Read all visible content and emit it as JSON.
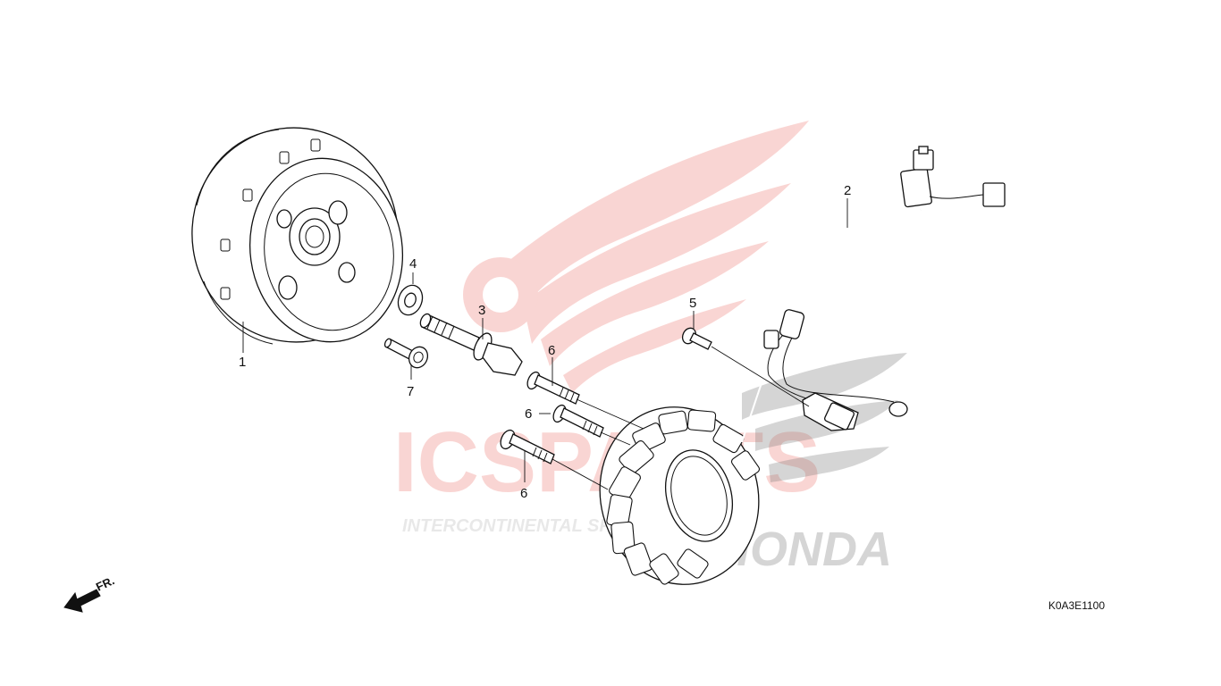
{
  "diagram": {
    "reference_code": "K0A3E1100",
    "front_indicator": "FR.",
    "callouts": [
      "1",
      "2",
      "3",
      "4",
      "5",
      "6",
      "6",
      "6",
      "7"
    ]
  },
  "watermark": {
    "brand": "ICSPARTS",
    "tagline": "INTERCONTINENTAL SPARE PARTS",
    "maker": "HONDA"
  },
  "colors": {
    "watermark_red": "#e8463a",
    "watermark_gray": "#9a9a9a",
    "line": "#111111"
  }
}
